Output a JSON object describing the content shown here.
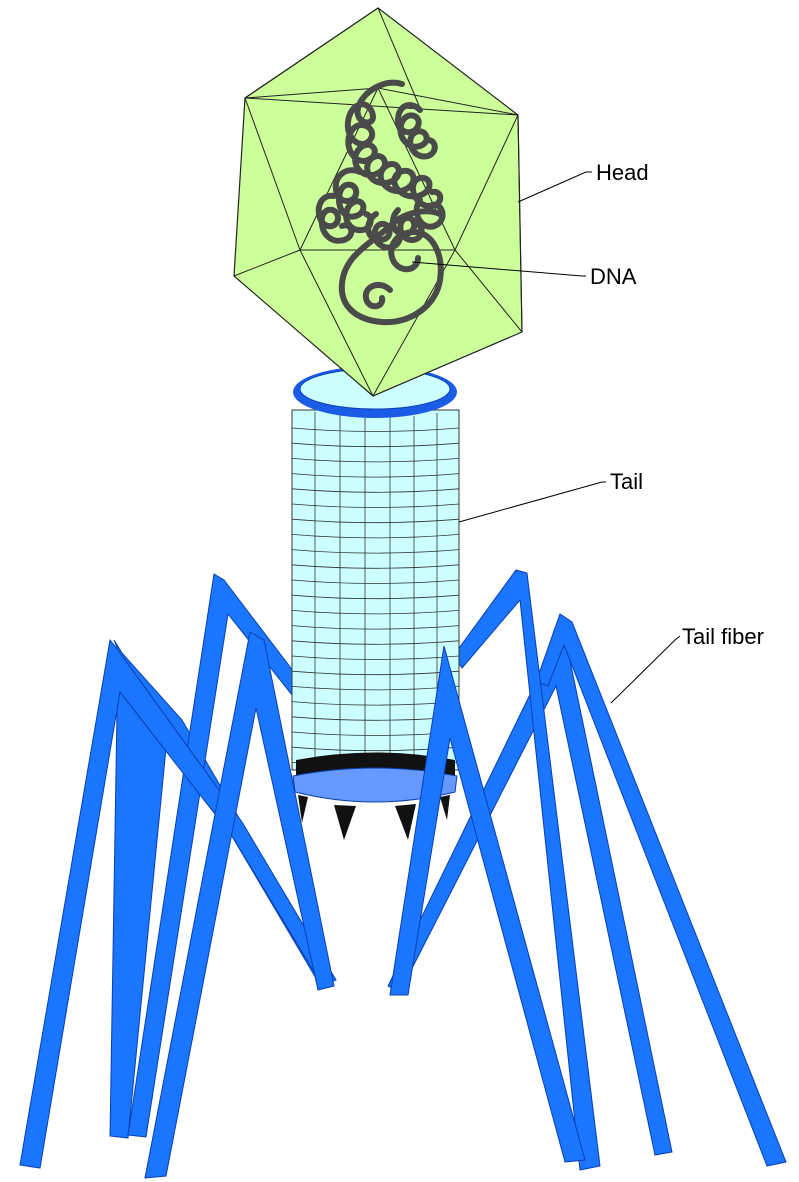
{
  "labels": {
    "head": "Head",
    "dna": "DNA",
    "tail": "Tail",
    "tail_fiber": "Tail fiber"
  },
  "colors": {
    "head_fill": "#ccff99",
    "dna_stroke": "#4a4a4a",
    "tail_fill": "#ccffff",
    "collar_ring": "#1a5ce6",
    "fiber_fill": "#1a75ff",
    "baseplate_fill": "#6699ff",
    "spike_fill": "#111111"
  }
}
